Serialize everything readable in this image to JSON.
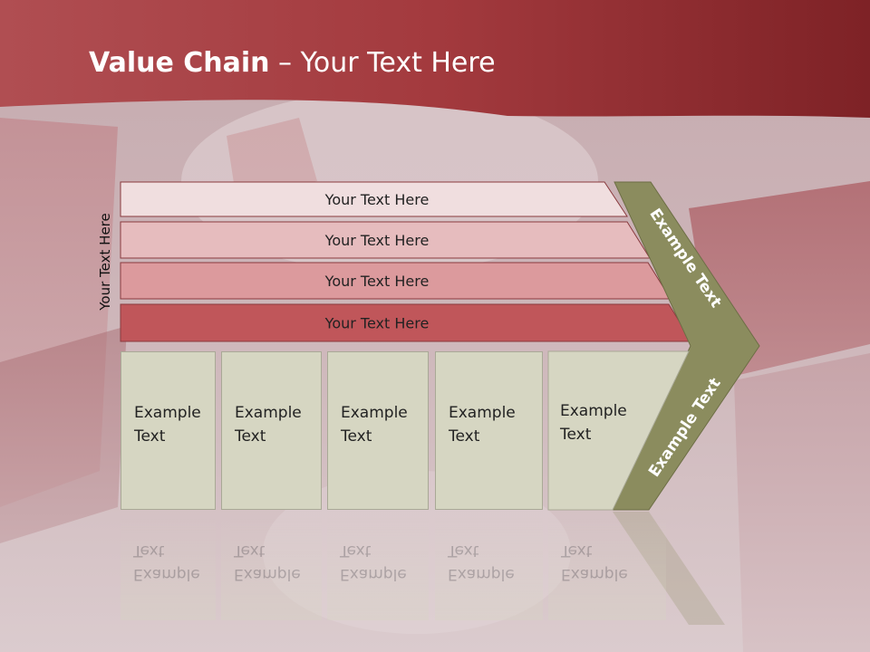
{
  "title": {
    "bold": "Value Chain",
    "rest": " – Your Text Here"
  },
  "side_label": "Your Text Here",
  "bars": [
    {
      "label": "Your Text Here",
      "color": "#f0dedf"
    },
    {
      "label": "Your Text Here",
      "color": "#e6bcbe"
    },
    {
      "label": "Your Text Here",
      "color": "#dc9a9d"
    },
    {
      "label": "Your Text Here",
      "color": "#c0565a"
    }
  ],
  "boxes": [
    {
      "line1": "Example",
      "line2": "Text"
    },
    {
      "line1": "Example",
      "line2": "Text"
    },
    {
      "line1": "Example",
      "line2": "Text"
    },
    {
      "line1": "Example",
      "line2": "Text"
    },
    {
      "line1": "Example",
      "line2": "Text"
    }
  ],
  "chevron": {
    "top_label": "Example Text",
    "bottom_label": "Example Text",
    "color": "#8b8c5e"
  },
  "colors": {
    "header": "#a53a3e",
    "box_fill": "#d6d6c2"
  }
}
